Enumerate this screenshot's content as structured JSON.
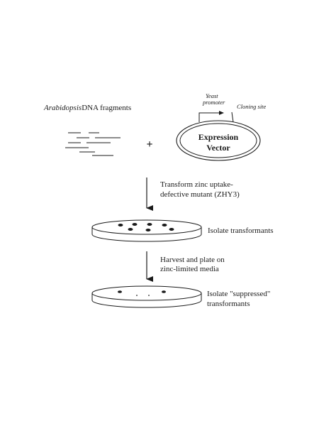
{
  "diagram": {
    "dna_label_italic": "Arabidopsis",
    "dna_label_rest": "DNA fragments",
    "plus_sign": "+",
    "yeast_promoter_line1": "Yeast",
    "yeast_promoter_line2": "promoter",
    "cloning_site": "Cloning site",
    "vector_line1": "Expression",
    "vector_line2": "Vector",
    "step1_line1": "Transform zinc uptake-",
    "step1_line2": "defective mutant (ZHY3)",
    "plate1_label": "Isolate transformants",
    "step2_line1": "Harvest and plate on",
    "step2_line2": "zinc-limited media",
    "plate2_line1": "Isolate \"suppressed\"",
    "plate2_line2": "transformants"
  },
  "colors": {
    "ink": "#1a1a1a",
    "background": "#ffffff"
  }
}
